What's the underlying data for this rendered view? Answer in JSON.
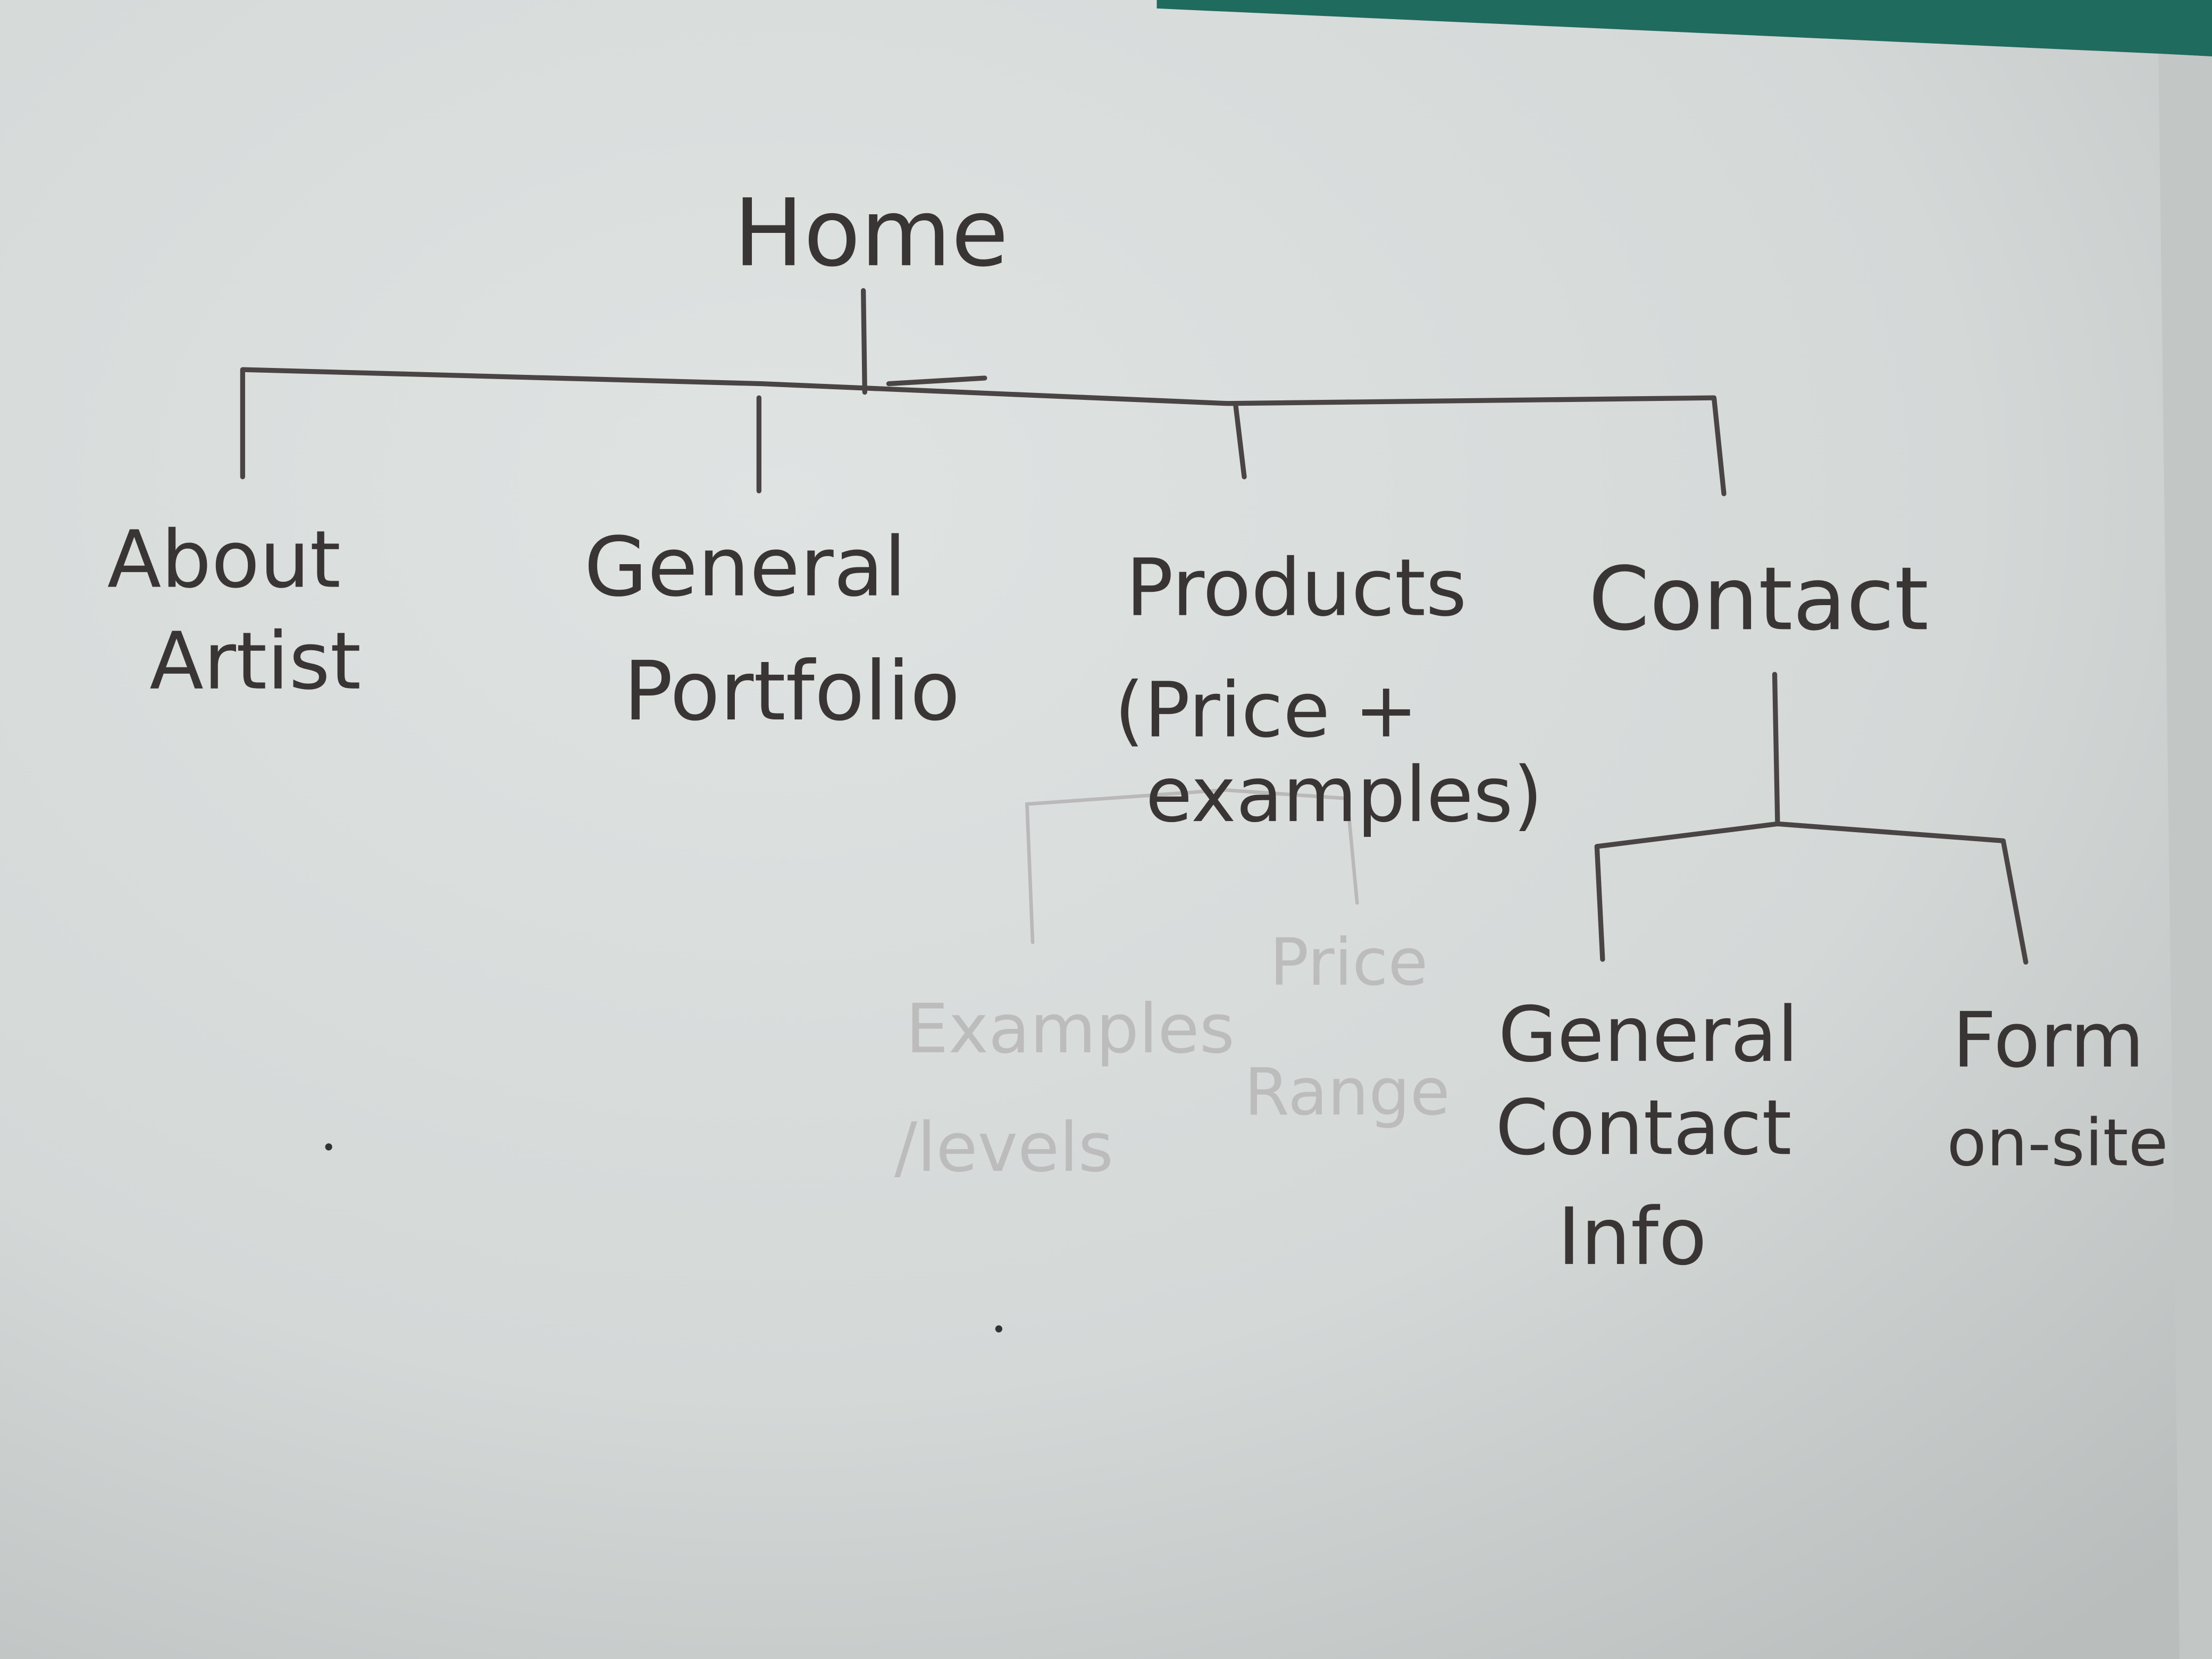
{
  "diagram": {
    "title": "Site map",
    "root": {
      "label": "Home"
    },
    "level1": [
      {
        "line1": "About",
        "line2": "Artist"
      },
      {
        "line1": "General",
        "line2": "Portfolio"
      },
      {
        "line1": "Products",
        "line2": "(Price +",
        "line3": "examples)"
      },
      {
        "line1": "Contact"
      }
    ],
    "contact_children": [
      {
        "line1": "General",
        "line2": "Contact",
        "line3": "Info"
      },
      {
        "line1": "Form",
        "line2": "on-site"
      }
    ],
    "erased_products_children": [
      {
        "line1": "Examples",
        "line2": "/levels"
      },
      {
        "line1": "Price",
        "line2": "Range"
      }
    ],
    "colors": {
      "paper": "#d9dddc",
      "pencil": "#3a3535",
      "erased": "#bdbcbc",
      "mat": "#1f6b5e"
    }
  }
}
